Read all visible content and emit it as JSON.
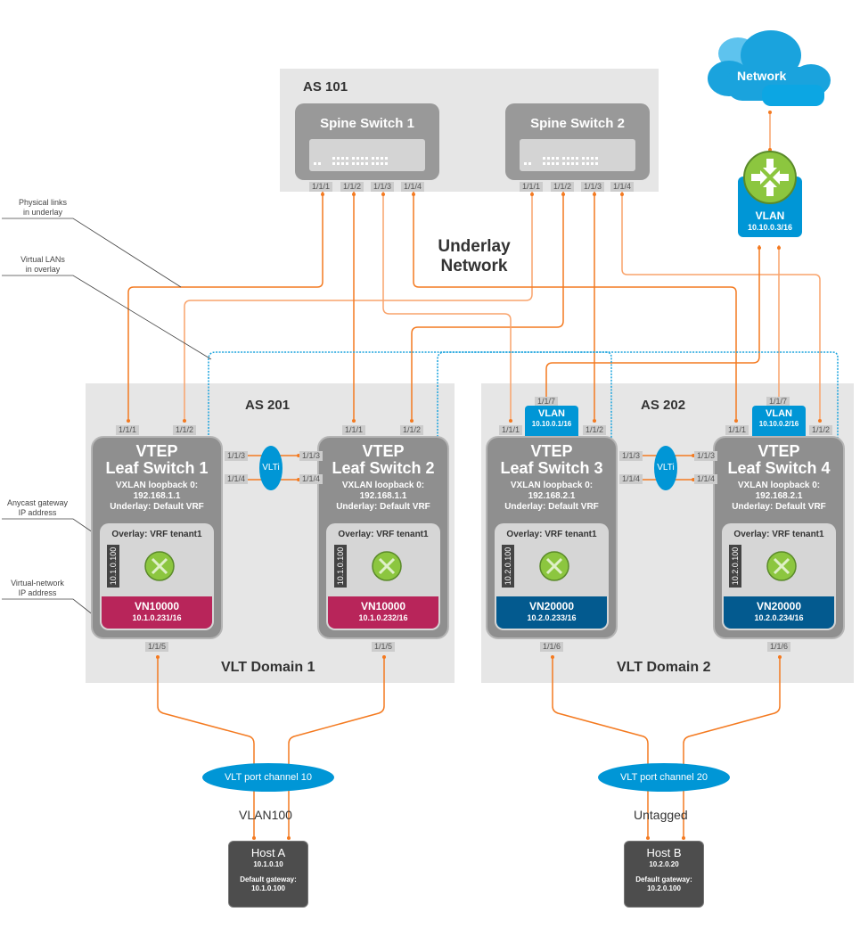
{
  "colors": {
    "region_bg": "#e6e6e6",
    "switch_gray": "#999999",
    "leaf_gray": "#8f8f8f",
    "vn_domain1": "#b8255a",
    "vn_domain2": "#035a8f",
    "link_orange": "#f47a20",
    "overlay_blue": "#1aa3dd",
    "ellipse_blue": "#0096d6",
    "router_green": "#8cc63f",
    "host_dark": "#4d4d4d"
  },
  "underlay": {
    "as_label": "AS 101",
    "title_line1": "Underlay",
    "title_line2": "Network",
    "spines": [
      {
        "name": "Spine Switch 1",
        "ports": [
          "1/1/1",
          "1/1/2",
          "1/1/3",
          "1/1/4"
        ]
      },
      {
        "name": "Spine Switch 2",
        "ports": [
          "1/1/1",
          "1/1/2",
          "1/1/3",
          "1/1/4"
        ]
      }
    ]
  },
  "external": {
    "cloud_label": "Network",
    "router_icon": "router-icon",
    "vlan_label": "VLAN",
    "vlan_ip": "10.10.0.3/16"
  },
  "callouts": {
    "physical_links": [
      "Physical links",
      "in underlay"
    ],
    "virtual_lans": [
      "Virtual LANs",
      "in overlay"
    ],
    "anycast_gateway": [
      "Anycast gateway",
      "IP address"
    ],
    "virtual_network_ip": [
      "Virtual-network",
      "IP address"
    ]
  },
  "domains": [
    {
      "as_label": "AS 201",
      "domain_label": "VLT Domain 1",
      "vlti_label": "VLTi",
      "port_channel": "VLT port channel 10",
      "vlan_label": "VLAN100",
      "leaves": [
        {
          "vtep": "VTEP",
          "name": "Leaf Switch 1",
          "loopback": "VXLAN loopback 0:",
          "loopback_ip": "192.168.1.1",
          "underlay": "Underlay: Default VRF",
          "overlay": "Overlay: VRF tenant1",
          "gateway": "10.1.0.100",
          "vn_name": "VN10000",
          "vn_ip": "10.1.0.231/16",
          "uplink_ports": [
            "1/1/1",
            "1/1/2"
          ],
          "vlti_ports": [
            "1/1/3",
            "1/1/4"
          ],
          "host_port": "1/1/5"
        },
        {
          "vtep": "VTEP",
          "name": "Leaf Switch 2",
          "loopback": "VXLAN loopback 0:",
          "loopback_ip": "192.168.1.1",
          "underlay": "Underlay: Default VRF",
          "overlay": "Overlay: VRF tenant1",
          "gateway": "10.1.0.100",
          "vn_name": "VN10000",
          "vn_ip": "10.1.0.232/16",
          "uplink_ports": [
            "1/1/1",
            "1/1/2"
          ],
          "vlti_ports": [
            "1/1/3",
            "1/1/4"
          ],
          "host_port": "1/1/5"
        }
      ],
      "host": {
        "name": "Host A",
        "ip": "10.1.0.10",
        "gw_label": "Default gateway:",
        "gw_ip": "10.1.0.100"
      }
    },
    {
      "as_label": "AS 202",
      "domain_label": "VLT Domain 2",
      "vlti_label": "VLTi",
      "port_channel": "VLT port channel 20",
      "vlan_label": "Untagged",
      "leaves": [
        {
          "vtep": "VTEP",
          "name": "Leaf Switch 3",
          "loopback": "VXLAN loopback 0:",
          "loopback_ip": "192.168.2.1",
          "underlay": "Underlay: Default VRF",
          "overlay": "Overlay: VRF tenant1",
          "gateway": "10.2.0.100",
          "vn_name": "VN20000",
          "vn_ip": "10.2.0.233/16",
          "uplink_ports": [
            "1/1/1",
            "1/1/2"
          ],
          "vlti_ports": [
            "1/1/3",
            "1/1/4"
          ],
          "host_port": "1/1/6",
          "ext_port": "1/1/7",
          "ext_vlan": "VLAN",
          "ext_vlan_ip": "10.10.0.1/16"
        },
        {
          "vtep": "VTEP",
          "name": "Leaf Switch 4",
          "loopback": "VXLAN loopback 0:",
          "loopback_ip": "192.168.2.1",
          "underlay": "Underlay: Default VRF",
          "overlay": "Overlay: VRF tenant1",
          "gateway": "10.2.0.100",
          "vn_name": "VN20000",
          "vn_ip": "10.2.0.234/16",
          "uplink_ports": [
            "1/1/1",
            "1/1/2"
          ],
          "vlti_ports": [
            "1/1/3",
            "1/1/4"
          ],
          "host_port": "1/1/6",
          "ext_port": "1/1/7",
          "ext_vlan": "VLAN",
          "ext_vlan_ip": "10.10.0.2/16"
        }
      ],
      "host": {
        "name": "Host B",
        "ip": "10.2.0.20",
        "gw_label": "Default gateway:",
        "gw_ip": "10.2.0.100"
      }
    }
  ]
}
